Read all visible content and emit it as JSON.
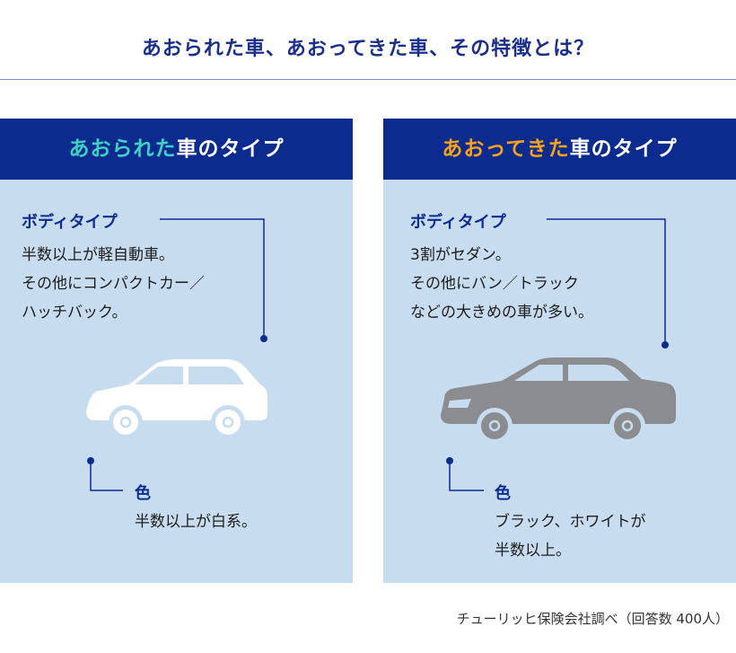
{
  "title": "あおられた車、あおってきた車、その特徴とは？",
  "panels": [
    {
      "header_highlight": "あおられた",
      "header_rest": "車のタイプ",
      "body_type_title": "ボディタイプ",
      "body_type_text": "半数以上が軽自動車。\nその他にコンパクトカー／\nハッチバック。",
      "color_title": "色",
      "color_text": "半数以上が白系。",
      "car_icon": "white-hatchback-car-icon",
      "car_color": "#ffffff"
    },
    {
      "header_highlight": "あおってきた",
      "header_rest": "車のタイプ",
      "body_type_title": "ボディタイプ",
      "body_type_text": "3割がセダン。\nその他にバン／トラック\nなどの大きめの車が多い。",
      "color_title": "色",
      "color_text": "ブラック、ホワイトが\n半数以上。",
      "car_icon": "gray-sedan-car-icon",
      "car_color": "#8a8c8f"
    }
  ],
  "footnote": "チューリッヒ保険会社調べ（回答数 400人）",
  "colors": {
    "navy": "#0c2b8f",
    "panel_bg": "#c8dcef",
    "teal_highlight": "#3fd1c3",
    "orange_highlight": "#f7a219"
  }
}
